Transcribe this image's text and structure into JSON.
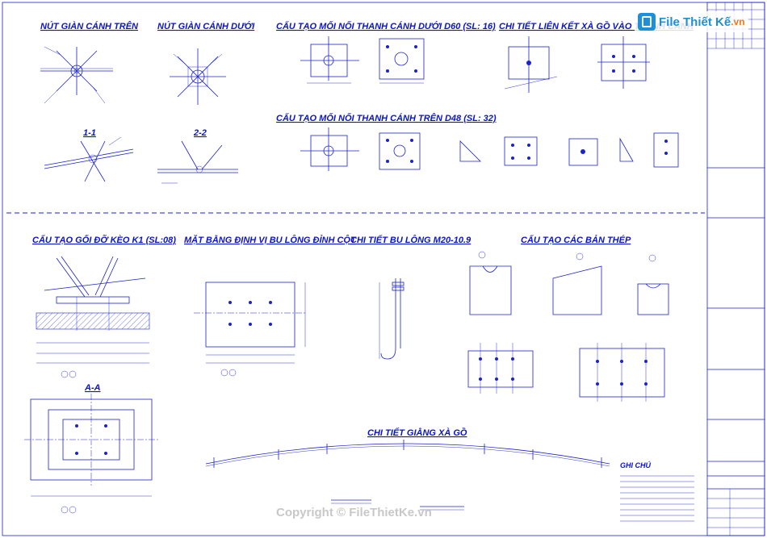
{
  "titles": {
    "top_chord_joint": "NÚT GIÀN CÁNH TRÊN",
    "bottom_chord_joint": "NÚT GIÀN CÁNH DƯỚI",
    "bottom_chord_splice": "CẤU TẠO MỐI NỐI THANH CÁNH DƯỚI D60 (SL: 16)",
    "purlin_connection": "CHI TIẾT LIÊN KẾT XÀ GỒ VÀO THANH CÁNH",
    "top_chord_splice": "CẤU TẠO MỐI NỐI THANH CÁNH TRÊN D48 (SL: 32)",
    "section_1_1": "1-1",
    "section_2_2": "2-2",
    "truss_support": "CẤU TẠO GỐI ĐỠ KÈO K1 (SL:08)",
    "anchor_bolt_plan": "MẶT BẰNG ĐỊNH VỊ BU LÔNG ĐỈNH CỘT",
    "bolt_detail": "CHI TIẾT BU LÔNG M20-10.9",
    "steel_plates": "CẤU TẠO CÁC BẢN THÉP",
    "section_a_a": "A-A",
    "purlin_bracing": "CHI TIẾT GIẰNG XÀ GỒ",
    "notes": "GHI CHÚ"
  },
  "watermark": {
    "logo_text": "File Thiết Kế",
    "logo_suffix": ".vn",
    "copyright": "Copyright © FileThietKe.vn"
  },
  "colors": {
    "drawing": "#1a22cc",
    "text": "#0a14c8",
    "logo_blue": "#1f8fd8",
    "logo_orange": "#f07a1a"
  }
}
